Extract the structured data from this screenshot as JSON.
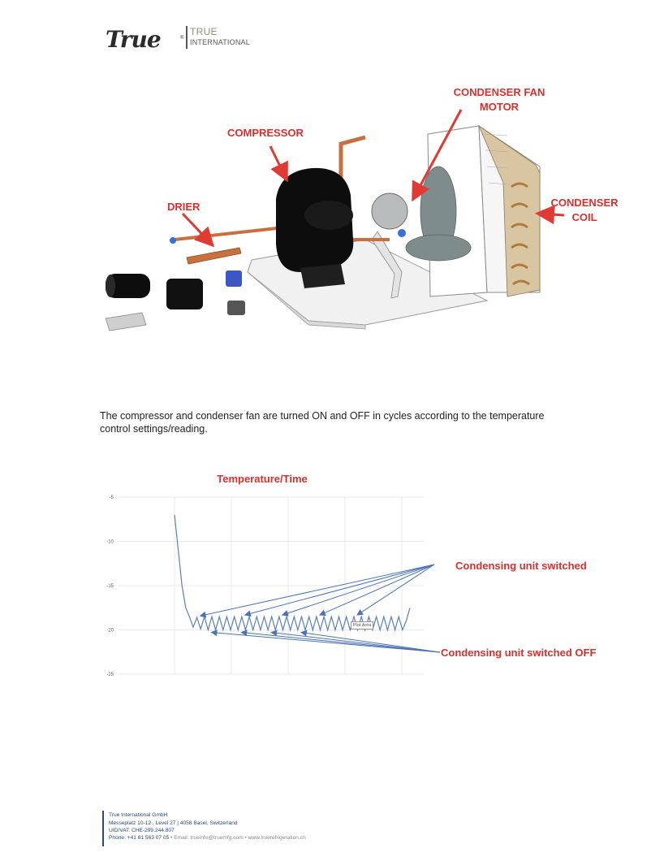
{
  "header": {
    "logo_script": "True",
    "logo_reg": "®",
    "brand_line1": "TRUE",
    "brand_line2": "INTERNATIONAL"
  },
  "illustration": {
    "callouts": {
      "compressor": "COMPRESSOR",
      "drier": "DRIER",
      "fan_motor_line1": "CONDENSER FAN",
      "fan_motor_line2": "MOTOR",
      "coil_line1": "CONDENSER",
      "coil_line2": "COIL"
    },
    "colors": {
      "callout": "#d9302c",
      "arrow": "#e03a34"
    }
  },
  "body_text": {
    "paragraph": "The compressor and condenser fan are turned ON and OFF in cycles according to the temperature control settings/reading."
  },
  "chart_data": {
    "type": "line",
    "title": "Temperature/Time",
    "xlabel": "",
    "ylabel": "",
    "y_ticks": [
      "-5",
      "-10",
      "-15",
      "-20",
      "-25"
    ],
    "ylim": [
      -25,
      -5
    ],
    "grid": true,
    "series": [
      {
        "color": "#5b7fb8",
        "x": [
          0,
          1,
          2,
          3,
          4,
          5,
          6,
          7,
          8,
          9,
          10,
          11,
          12,
          13,
          14,
          15,
          16,
          17,
          18,
          19,
          20,
          21,
          22,
          23,
          24,
          25,
          26,
          27,
          28,
          29,
          30,
          31,
          32,
          33,
          34,
          35,
          36,
          37,
          38,
          39,
          40,
          41,
          42,
          43,
          44,
          45,
          46,
          47,
          48,
          49,
          50,
          51,
          52,
          53,
          54,
          55,
          56,
          57,
          58,
          59,
          60,
          61,
          62,
          63
        ],
        "values": [
          -7,
          -11,
          -15,
          -17.5,
          -18.5,
          -19.7,
          -18.6,
          -19.9,
          -18.5,
          -20,
          -18.5,
          -20,
          -18.5,
          -20,
          -18.5,
          -20,
          -18.5,
          -20,
          -18.5,
          -20,
          -18.5,
          -20,
          -18.5,
          -20,
          -18.5,
          -20,
          -18.5,
          -20,
          -18.5,
          -20,
          -18.5,
          -20,
          -18.5,
          -20,
          -18.5,
          -20,
          -18.5,
          -20,
          -18.5,
          -20,
          -18.5,
          -20,
          -18.5,
          -20,
          -18.5,
          -20,
          -18.5,
          -20,
          -18.5,
          -20,
          -18.5,
          -20,
          -18.5,
          -20,
          -18.5,
          -20,
          -18.5,
          -20,
          -18.5,
          -20,
          -18.5,
          -20,
          -19,
          -17.5
        ]
      }
    ],
    "annotations": {
      "switched_on": "Condensing unit switched",
      "switched_off": "Condensing unit switched OFF",
      "plot_area_tag": "Plot Area"
    }
  },
  "footer": {
    "company": "True International GmbH",
    "address": "Messeplatz 10-12 , Level 27 | 4058 Basel, Switzerland",
    "uid": "UID/VAT: CHE-299.244.807",
    "phone": "Phone: +41 61 563 07 05",
    "contact": " • Email: trueinfo@truemfg.com • www.truerefrigeration.ch"
  }
}
